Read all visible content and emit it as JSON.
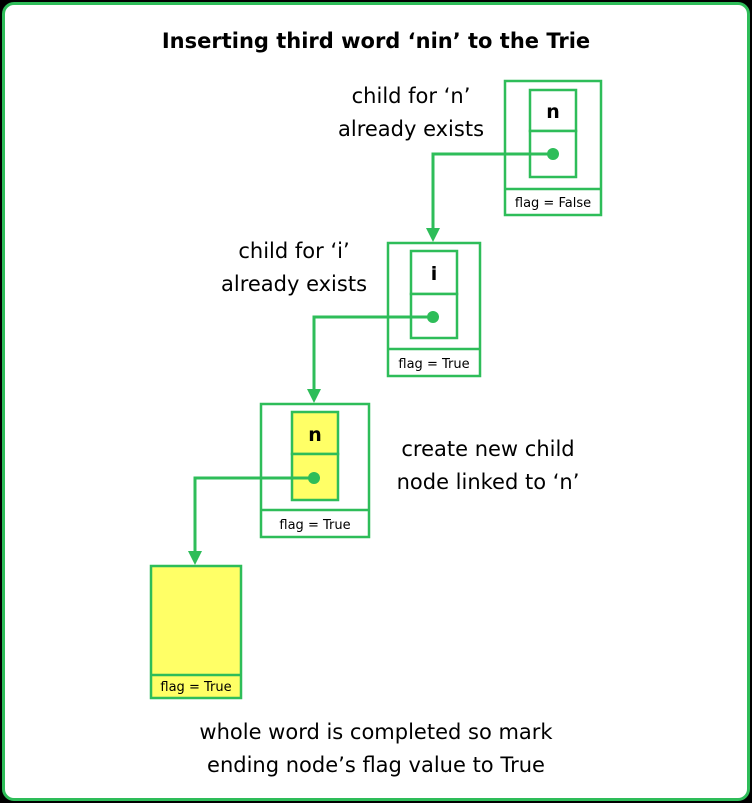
{
  "title": "Inserting third word ‘nin’ to the Trie",
  "nodes": [
    {
      "letter": "n",
      "flag": "flag = False"
    },
    {
      "letter": "i",
      "flag": "flag = True"
    },
    {
      "letter": "n",
      "flag": "flag = True"
    },
    {
      "letter": "",
      "flag": "flag = True"
    }
  ],
  "annotations": {
    "node1": [
      "child for ‘n’",
      "already exists"
    ],
    "node2": [
      "child for ‘i’",
      "already exists"
    ],
    "node3": [
      "create new child",
      "node linked to ‘n’"
    ],
    "node4": [
      "whole word is completed so mark",
      "ending node’s flag value to True"
    ]
  },
  "colors": {
    "border": "#2ebd59",
    "highlight": "#ffff66"
  }
}
